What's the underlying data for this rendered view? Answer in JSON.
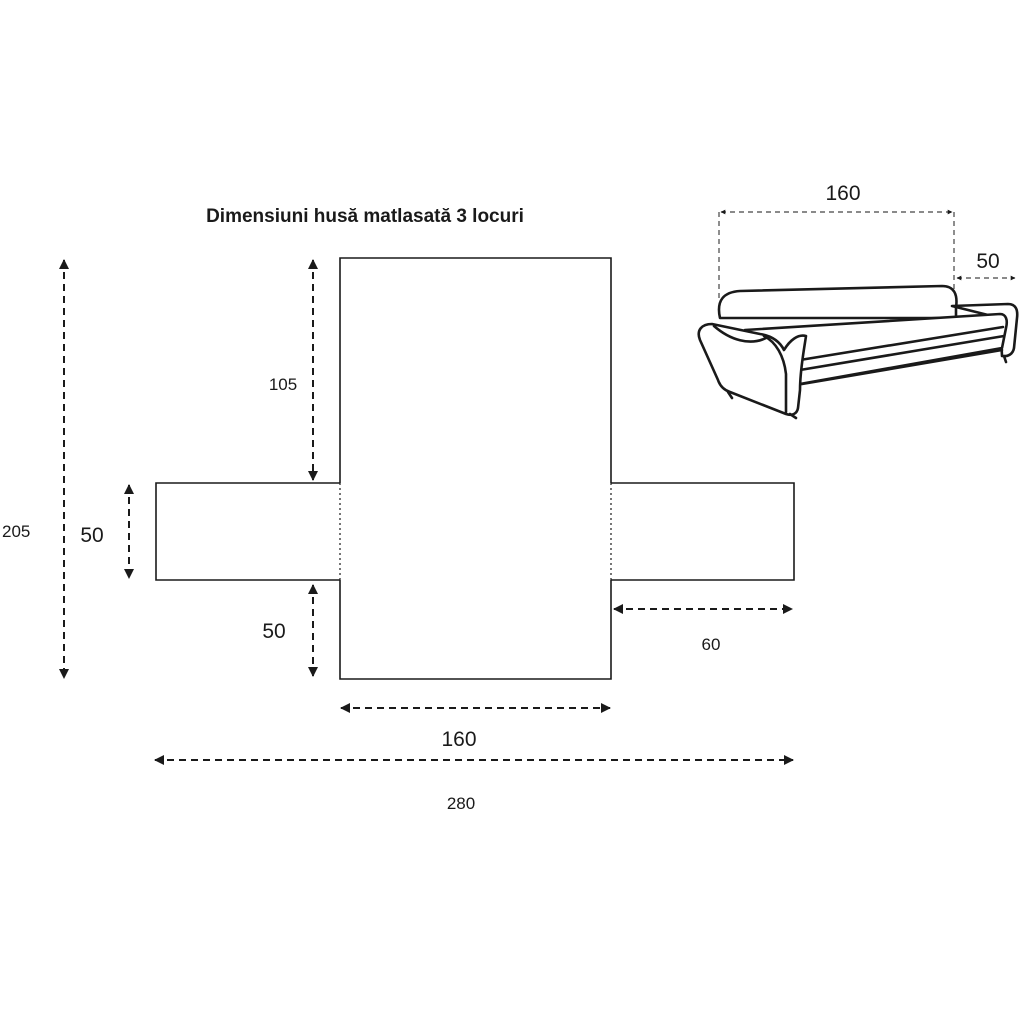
{
  "title": "Dimensiuni husă matlasată 3 locuri",
  "dimensions": {
    "total_height": "205",
    "back_height": "105",
    "arm_width": "50",
    "seat_front": "50",
    "arm_length": "60",
    "seat_width": "160",
    "total_width": "280"
  },
  "sofa_illustration": {
    "seat_width": "160",
    "arm_width": "50"
  },
  "colors": {
    "line": "#1a1a1a",
    "background": "#ffffff"
  }
}
